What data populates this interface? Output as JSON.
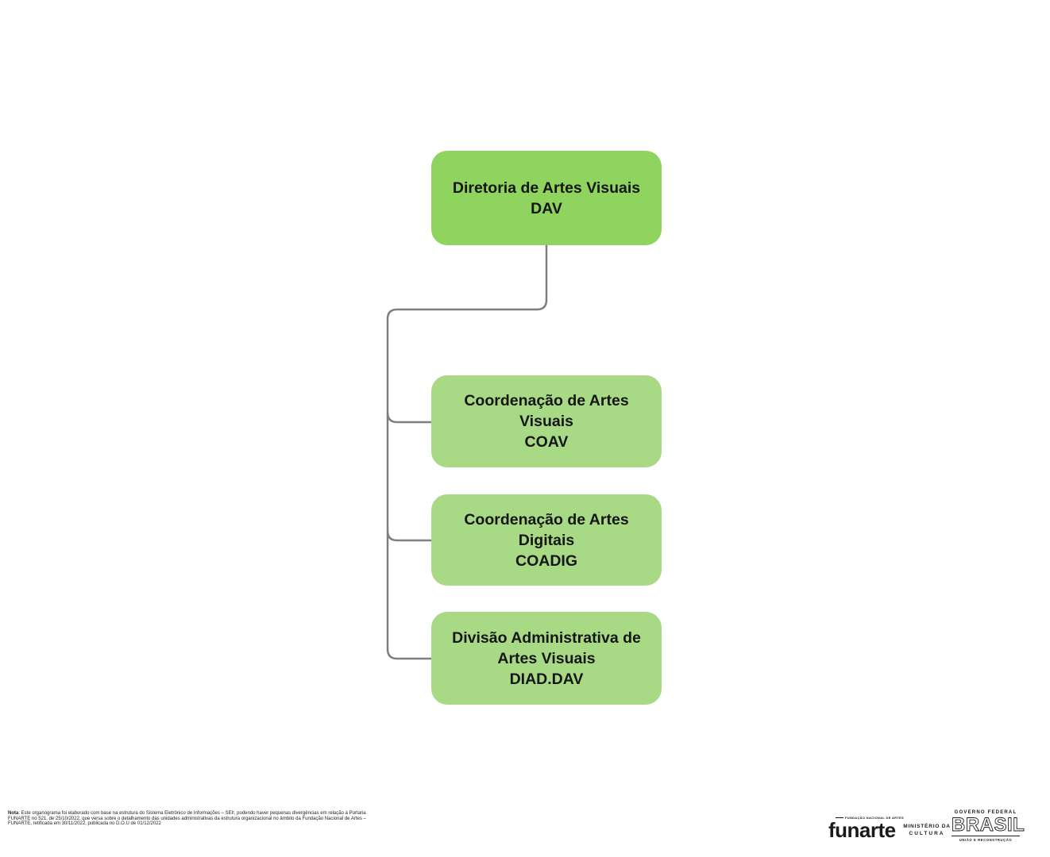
{
  "org_chart": {
    "root": {
      "title": "Diretoria de Artes Visuais",
      "acronym": "DAV"
    },
    "children": [
      {
        "title": "Coordenação de Artes Visuais",
        "acronym": "COAV"
      },
      {
        "title": "Coordenação de Artes Digitais",
        "acronym": "COADIG"
      },
      {
        "title": "Divisão Administrativa de Artes Visuais",
        "acronym": "DIAD.DAV"
      }
    ]
  },
  "footer": {
    "note_label": "Nota",
    "note_text": ": Este organograma foi elaborado com base na estrutura do Sistema Eletrônico de Informações – SEI!, podendo haver pequenas divergências em relação à Portaria FUNARTE no 521, de 25/10/2022, que versa sobre o detalhamento das unidades administrativas da estrutura organizacional no âmbito da Fundação Nacional de Artes – FUNARTE, retificada em 30/11/2022, publicada no D.O.U de 01/12/2022",
    "logos": {
      "funarte": {
        "small_text": "FUNDAÇÃO NACIONAL DE ARTES",
        "wordmark": "funarte"
      },
      "ministerio": {
        "line1": "MINISTÉRIO DA",
        "line2": "CULTURA"
      },
      "governo": {
        "top": "GOVERNO FEDERAL",
        "wordmark": "BRASIL",
        "bottom": "UNIÃO E RECONSTRUÇÃO"
      }
    }
  },
  "colors": {
    "root_box": "#8ed45e",
    "child_box": "#a8da85",
    "connector": "#7f7f7f",
    "text": "#1a1a1a"
  }
}
